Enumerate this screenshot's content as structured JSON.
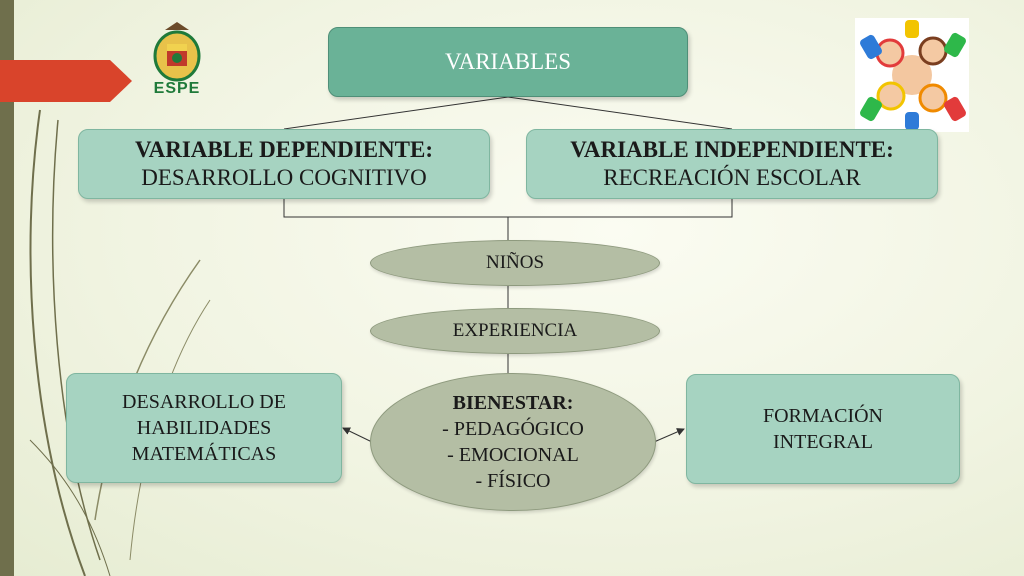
{
  "top": {
    "title": "VARIABLES"
  },
  "dependent": {
    "heading": "VARIABLE DEPENDIENTE:",
    "value": "DESARROLLO COGNITIVO"
  },
  "independent": {
    "heading": "VARIABLE INDEPENDIENTE:",
    "value": "RECREACIÓN ESCOLAR"
  },
  "ellipses": {
    "ninos": "NIÑOS",
    "experiencia": "EXPERIENCIA",
    "bienestar": {
      "heading": "BIENESTAR:",
      "items": [
        "- PEDAGÓGICO",
        "- EMOCIONAL",
        "- FÍSICO"
      ]
    }
  },
  "left_box": {
    "lines": [
      "DESARROLLO DE",
      "HABILIDADES",
      "MATEMÁTICAS"
    ]
  },
  "right_box": {
    "lines": [
      "FORMACIÓN",
      "INTEGRAL"
    ]
  },
  "logo": {
    "text": "ESPE"
  },
  "icons": {
    "logo": "espe-crest-logo",
    "kids": "children-circle-clipart"
  },
  "colors": {
    "teal": "#6ab297",
    "mint": "#a6d3c1",
    "sage": "#b4bea4",
    "olive": "#6f6f4c",
    "accent": "#d9442b"
  }
}
